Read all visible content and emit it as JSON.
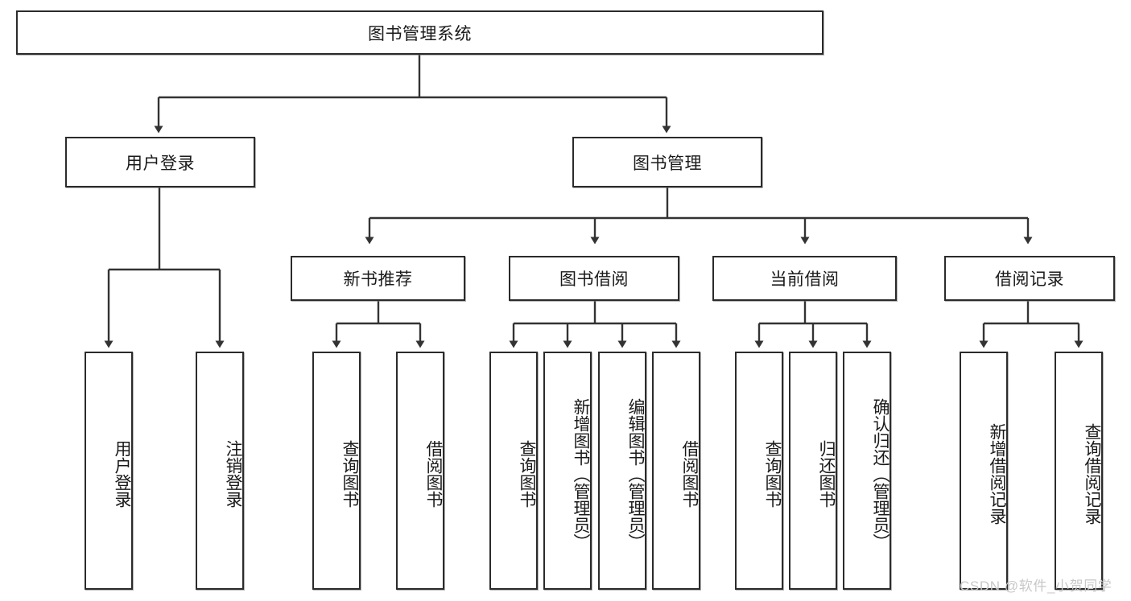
{
  "diagram": {
    "title": "图书管理系统",
    "type": "tree-hierarchy",
    "colors": {
      "box_border": "#2b2b2b",
      "box_fill": "#ffffff",
      "edge": "#333333",
      "watermark": "#c8c8c8",
      "background": "#ffffff"
    },
    "watermark": "CSDN @软件_小贺同学",
    "nodes": {
      "root": {
        "label": "图书管理系统"
      },
      "level1": [
        {
          "id": "user-login",
          "label": "用户登录"
        },
        {
          "id": "book-manage",
          "label": "图书管理"
        }
      ],
      "level2": [
        {
          "id": "new-book-recommend",
          "label": "新书推荐"
        },
        {
          "id": "book-borrow",
          "label": "图书借阅"
        },
        {
          "id": "current-borrow",
          "label": "当前借阅"
        },
        {
          "id": "borrow-record",
          "label": "借阅记录"
        }
      ],
      "leaves": {
        "user-login": [
          {
            "id": "leaf-user-login",
            "label": "用户登录"
          },
          {
            "id": "leaf-user-logout",
            "label": "注销登录"
          }
        ],
        "new-book-recommend": [
          {
            "id": "leaf-query-book-1",
            "label": "查询图书"
          },
          {
            "id": "leaf-borrow-book-1",
            "label": "借阅图书"
          }
        ],
        "book-borrow": [
          {
            "id": "leaf-query-book-2",
            "label": "查询图书"
          },
          {
            "id": "leaf-add-book",
            "label": "新增图书（管理员）"
          },
          {
            "id": "leaf-edit-book",
            "label": "编辑图书（管理员）"
          },
          {
            "id": "leaf-borrow-book-2",
            "label": "借阅图书"
          }
        ],
        "current-borrow": [
          {
            "id": "leaf-query-book-3",
            "label": "查询图书"
          },
          {
            "id": "leaf-return-book",
            "label": "归还图书"
          },
          {
            "id": "leaf-confirm-return",
            "label": "确认归还（管理员）"
          }
        ],
        "borrow-record": [
          {
            "id": "leaf-add-record",
            "label": "新增借阅记录"
          },
          {
            "id": "leaf-query-record",
            "label": "查询借阅记录"
          }
        ]
      }
    }
  }
}
